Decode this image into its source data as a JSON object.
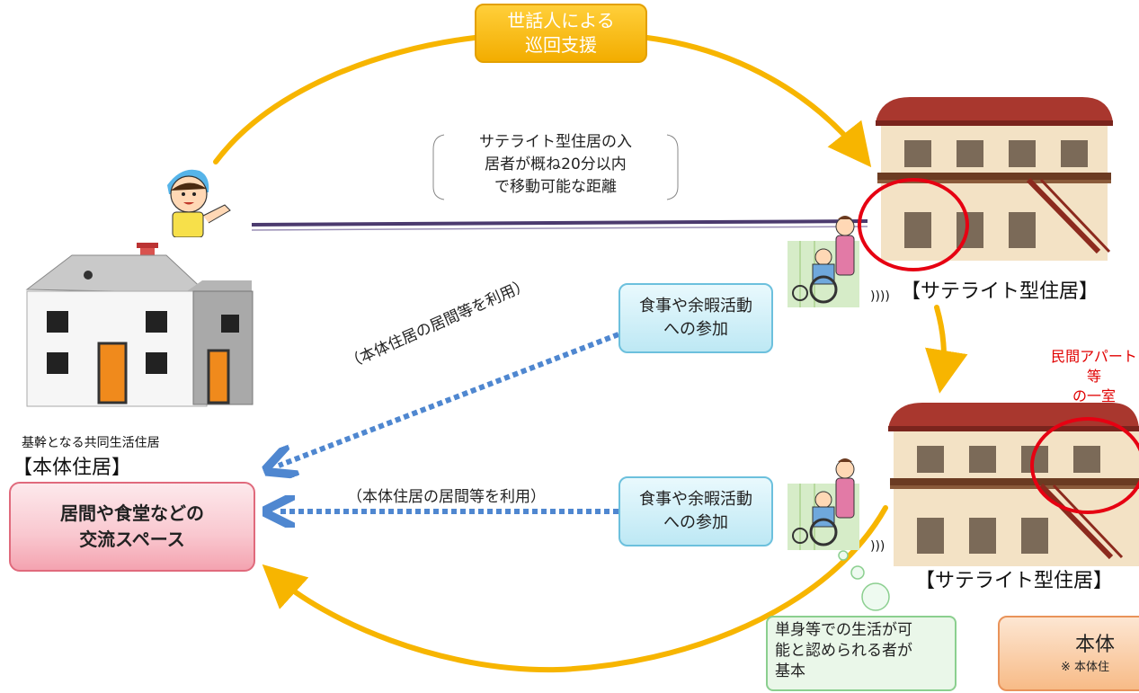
{
  "support_pill": {
    "line1": "世話人による",
    "line2": "巡回支援"
  },
  "distance_note": {
    "line1": "サテライト型住居の入",
    "line2": "居者が概ね20分以内",
    "line3": "で移動可能な距離"
  },
  "main_residence": {
    "caption": "基幹となる共同生活住居",
    "label": "【本体住居】",
    "box_line1": "居間や食堂などの",
    "box_line2": "交流スペース"
  },
  "satellite_top": {
    "label": "【サテライト型住居】",
    "waves": "))))"
  },
  "satellite_bottom": {
    "label": "【サテライト型住居】",
    "waves": ")))"
  },
  "apartment_note": {
    "line1": "民間アパート等",
    "line2": "の一室"
  },
  "participation_top": {
    "line1": "食事や余暇活動",
    "line2": "への参加"
  },
  "participation_bottom": {
    "line1": "食事や余暇活動",
    "line2": "への参加"
  },
  "usage_label_top": "（本体住居の居間等を利用）",
  "usage_label_bottom": "（本体住居の居間等を利用）",
  "eligibility_box": {
    "line1": "単身等での生活が可",
    "line2": "能と認められる者が",
    "line3": "基本"
  },
  "orange_box": {
    "title": "本体",
    "note": "※ 本体住"
  },
  "colors": {
    "support_arrow": "#f7b500",
    "dotted_arrow": "#4f87d0",
    "distance_line": "#4b3a6e",
    "highlight_circle": "#e60012"
  },
  "icons": [
    "caregiver-icon",
    "wheelchair-icon",
    "house-icon",
    "apartment-icon"
  ]
}
